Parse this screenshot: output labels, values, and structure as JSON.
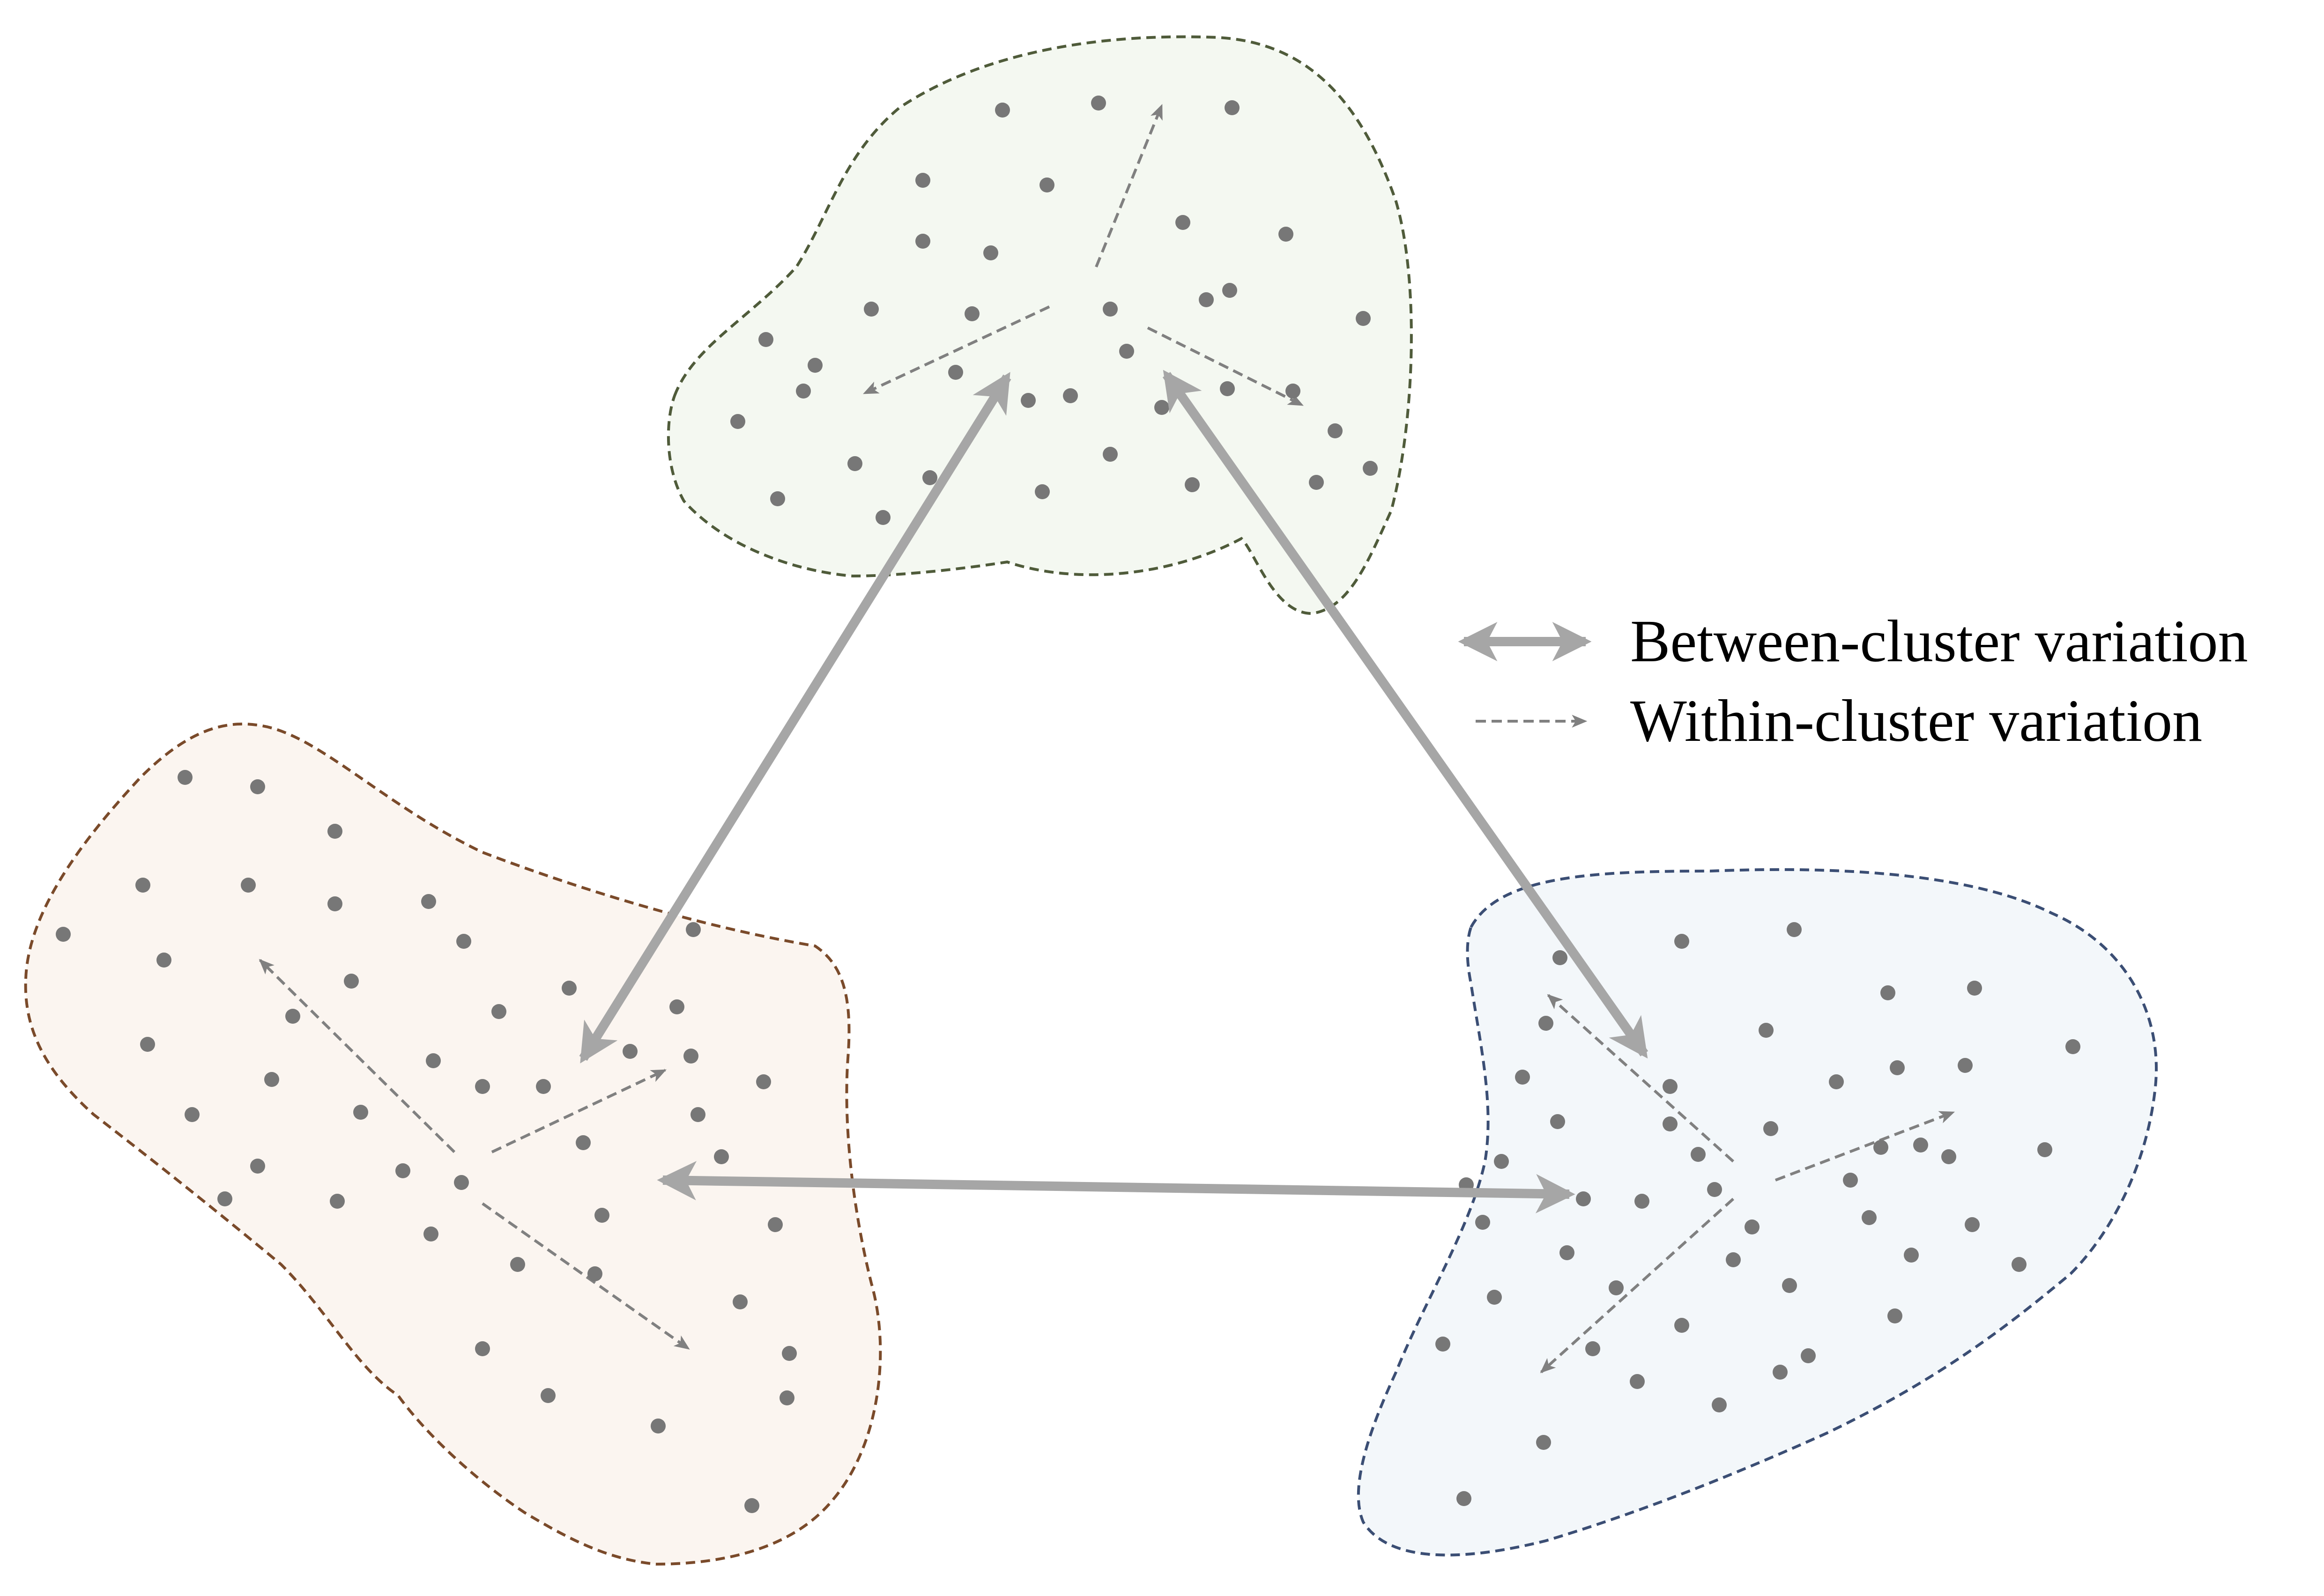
{
  "diagram": {
    "type": "cluster-variation-diagram",
    "colors": {
      "point": "#777777",
      "between_arrow": "#a6a6a6",
      "within_arrow": "#808080",
      "cluster_top_fill": "#f4f8f1",
      "cluster_top_stroke": "#4f5b3a",
      "cluster_left_fill": "#fbf5f0",
      "cluster_left_stroke": "#7a4a2a",
      "cluster_right_fill": "#f3f7fa",
      "cluster_right_stroke": "#3b4e74"
    },
    "clusters": [
      {
        "name": "top-cluster",
        "point_count": 36
      },
      {
        "name": "left-cluster",
        "point_count": 46
      },
      {
        "name": "right-cluster",
        "point_count": 48
      }
    ],
    "arrow_types": {
      "between": "solid thick double-headed arrow",
      "within": "dashed thin single-headed arrow"
    }
  },
  "legend": {
    "between_label": "Between-cluster variation",
    "within_label": "Within-cluster variation"
  }
}
